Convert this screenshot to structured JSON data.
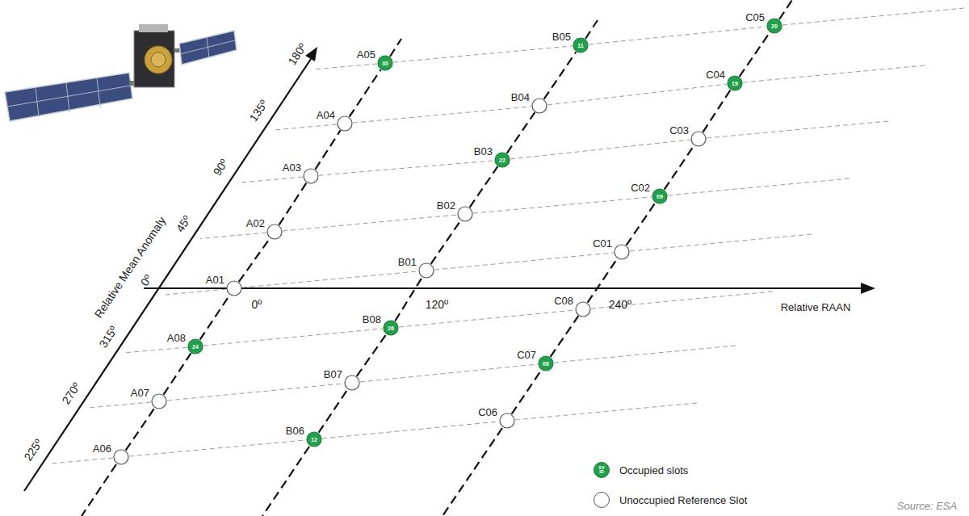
{
  "diagram": {
    "nodes": [
      {
        "text": [
          "A01"
        ]
      },
      {
        "text": [
          "A02"
        ]
      },
      {
        "text": [
          "A03"
        ]
      },
      {
        "text": [
          "A04"
        ]
      },
      {
        "text": [
          "A05",
          "30"
        ]
      },
      {
        "text": [
          "A06"
        ]
      },
      {
        "text": [
          "A07"
        ]
      },
      {
        "text": [
          "A08",
          "24"
        ]
      },
      {
        "text": [
          "B01"
        ]
      },
      {
        "text": [
          "B02"
        ]
      },
      {
        "text": [
          "B03",
          "22"
        ]
      },
      {
        "text": [
          "B04"
        ]
      },
      {
        "text": [
          "B05",
          "11"
        ]
      },
      {
        "text": [
          "B06",
          "12"
        ]
      },
      {
        "text": [
          "B07"
        ]
      },
      {
        "text": [
          "B08",
          "26"
        ]
      },
      {
        "text": [
          "C01"
        ]
      },
      {
        "text": [
          "C02",
          "09"
        ]
      },
      {
        "text": [
          "C03"
        ]
      },
      {
        "text": [
          "C04",
          "19"
        ]
      },
      {
        "text": [
          "C05",
          "20"
        ]
      },
      {
        "text": [
          "C06"
        ]
      },
      {
        "text": [
          "C07",
          "08"
        ]
      },
      {
        "text": [
          "C08"
        ]
      }
    ],
    "edges": [
      {
        "from": 5,
        "to": 6,
        "arrow": "none"
      },
      {
        "from": 6,
        "to": 7,
        "arrow": "none"
      },
      {
        "from": 7,
        "to": 0,
        "arrow": "none"
      },
      {
        "from": 0,
        "to": 1,
        "arrow": "none"
      },
      {
        "from": 1,
        "to": 2,
        "arrow": "none"
      },
      {
        "from": 2,
        "to": 3,
        "arrow": "none"
      },
      {
        "from": 3,
        "to": 4,
        "arrow": "none"
      },
      {
        "from": 13,
        "to": 14,
        "arrow": "none"
      },
      {
        "from": 14,
        "to": 15,
        "arrow": "none"
      },
      {
        "from": 15,
        "to": 8,
        "arrow": "none"
      },
      {
        "from": 8,
        "to": 9,
        "arrow": "none"
      },
      {
        "from": 9,
        "to": 10,
        "arrow": "none"
      },
      {
        "from": 10,
        "to": 11,
        "arrow": "none"
      },
      {
        "from": 11,
        "to": 12,
        "arrow": "none"
      },
      {
        "from": 21,
        "to": 22,
        "arrow": "none"
      },
      {
        "from": 22,
        "to": 23,
        "arrow": "none"
      },
      {
        "from": 23,
        "to": 16,
        "arrow": "none"
      },
      {
        "from": 16,
        "to": 17,
        "arrow": "none"
      },
      {
        "from": 17,
        "to": 18,
        "arrow": "none"
      },
      {
        "from": 18,
        "to": 19,
        "arrow": "none"
      },
      {
        "from": 19,
        "to": 20,
        "arrow": "none"
      },
      {
        "from": 0,
        "to": 8,
        "arrow": "none"
      },
      {
        "from": 8,
        "to": 16,
        "arrow": "none"
      },
      {
        "from": 1,
        "to": 9,
        "arrow": "none"
      },
      {
        "from": 9,
        "to": 17,
        "arrow": "none"
      },
      {
        "from": 2,
        "to": 10,
        "arrow": "none"
      },
      {
        "from": 10,
        "to": 18,
        "arrow": "none"
      },
      {
        "from": 3,
        "to": 11,
        "arrow": "none"
      },
      {
        "from": 11,
        "to": 19,
        "arrow": "none"
      },
      {
        "from": 4,
        "to": 12,
        "arrow": "none"
      },
      {
        "from": 12,
        "to": 20,
        "arrow": "none"
      },
      {
        "from": 5,
        "to": 13,
        "arrow": "none"
      },
      {
        "from": 13,
        "to": 21,
        "arrow": "none"
      },
      {
        "from": 6,
        "to": 14,
        "arrow": "none"
      },
      {
        "from": 14,
        "to": 22,
        "arrow": "none"
      },
      {
        "from": 7,
        "to": 15,
        "arrow": "none"
      },
      {
        "from": 15,
        "to": 23,
        "arrow": "none"
      }
    ],
    "labels": [
      "Relative Mean Anomaly",
      "180º",
      "135º",
      "90º",
      "45º",
      "0º",
      "315º",
      "270º",
      "225º",
      "0º",
      "120º",
      "240º",
      "Relative RAAN",
      "SV ID",
      "Source: ESA"
    ],
    "legend": [
      {
        "text": "Occupied slots",
        "color": "#22a04b"
      },
      {
        "text": "Unoccupied Reference Slot",
        "color": "#ffffff"
      }
    ]
  }
}
